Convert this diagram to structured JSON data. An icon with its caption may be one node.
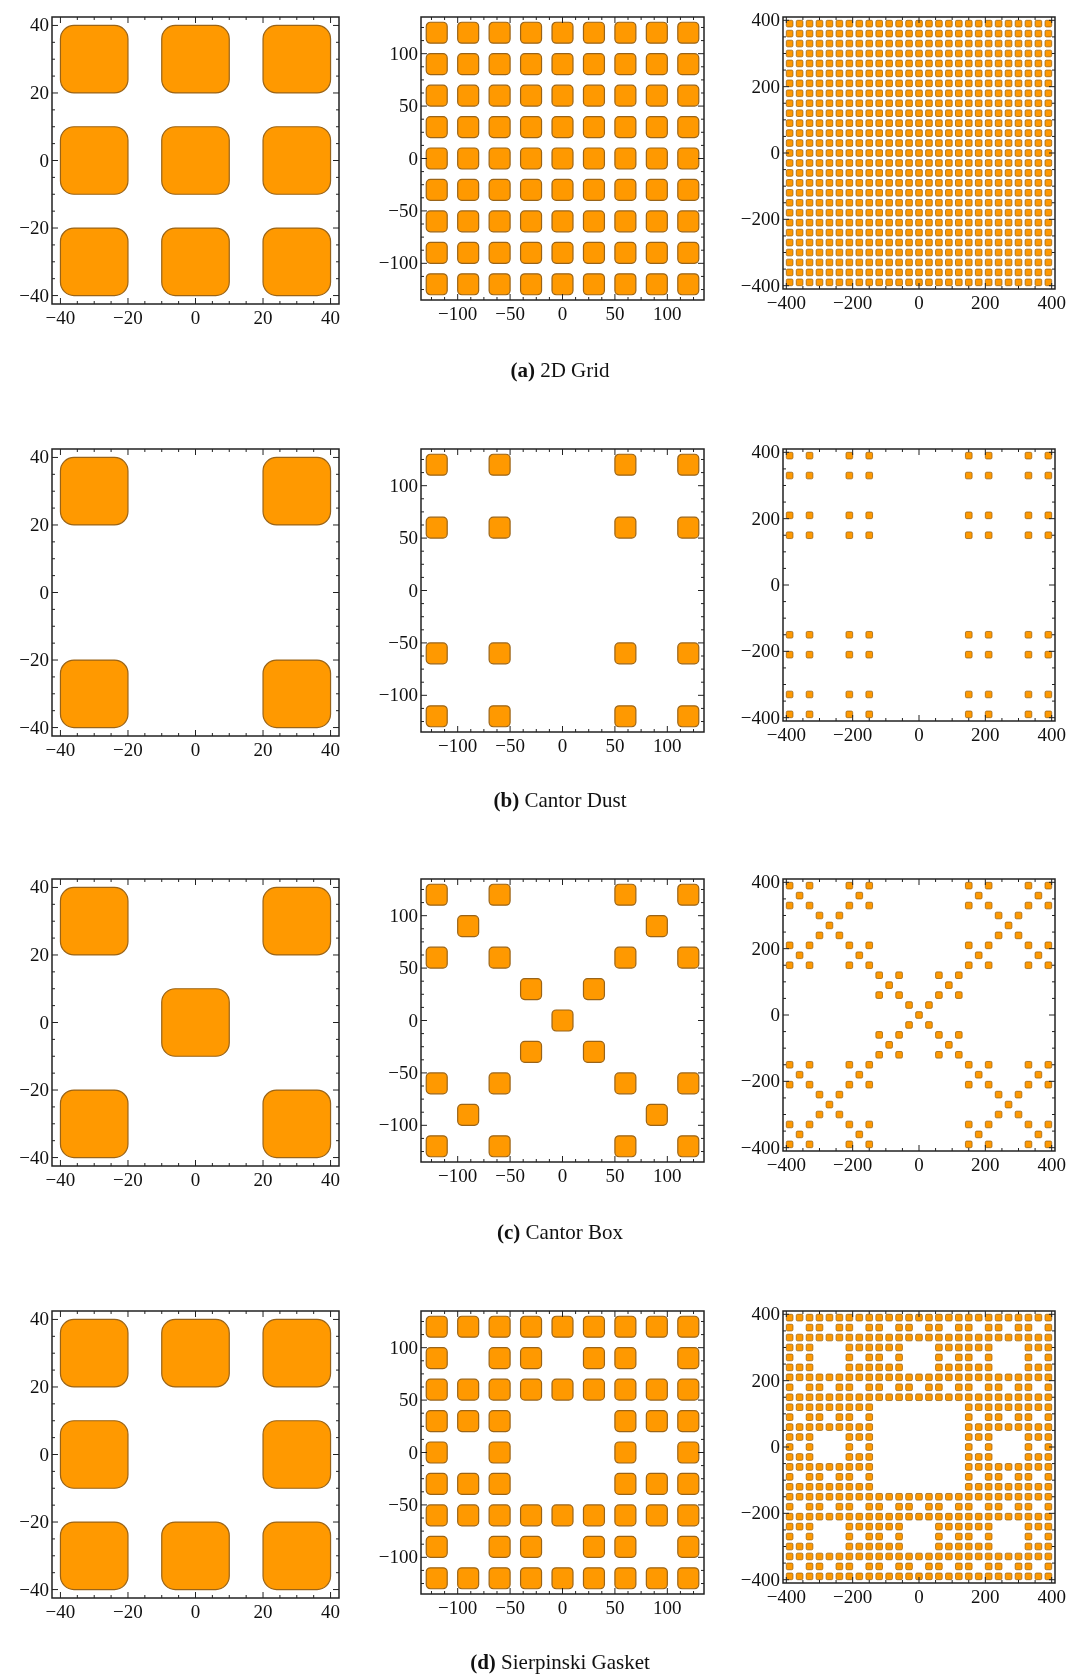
{
  "diagram": {
    "labels": [
      "40",
      "20",
      "0",
      "−20",
      "−40",
      "−40",
      "−20",
      "0",
      "20",
      "40",
      "100",
      "50",
      "0",
      "−50",
      "−100",
      "−100",
      "−50",
      "0",
      "50",
      "100",
      "400",
      "200",
      "0",
      "−200",
      "−400",
      "−400",
      "−200",
      "0",
      "200",
      "400",
      "**(a)** 2D Grid",
      "40",
      "20",
      "0",
      "−20",
      "−40",
      "−40",
      "−20",
      "0",
      "20",
      "40",
      "100",
      "50",
      "0",
      "−50",
      "−100",
      "−100",
      "−50",
      "0",
      "50",
      "100",
      "400",
      "200",
      "0",
      "−200",
      "−400",
      "−400",
      "−200",
      "0",
      "200",
      "400",
      "**(b)** Cantor Dust",
      "40",
      "20",
      "0",
      "−20",
      "−40",
      "−40",
      "−20",
      "0",
      "20",
      "40",
      "100",
      "50",
      "0",
      "−50",
      "−100",
      "−100",
      "−50",
      "0",
      "50",
      "100",
      "400",
      "200",
      "0",
      "−200",
      "−400",
      "−400",
      "−200",
      "0",
      "200",
      "400",
      "**(c)** Cantor Box",
      "40",
      "20",
      "0",
      "−20",
      "−40",
      "−40",
      "−20",
      "0",
      "20",
      "40",
      "100",
      "50",
      "0",
      "−50",
      "−100",
      "−100",
      "−50",
      "0",
      "50",
      "100",
      "400",
      "200",
      "0",
      "−200",
      "−400",
      "−400",
      "−200",
      "0",
      "200",
      "400",
      "**(d)** Sierpinski Gasket"
    ]
  }
}
